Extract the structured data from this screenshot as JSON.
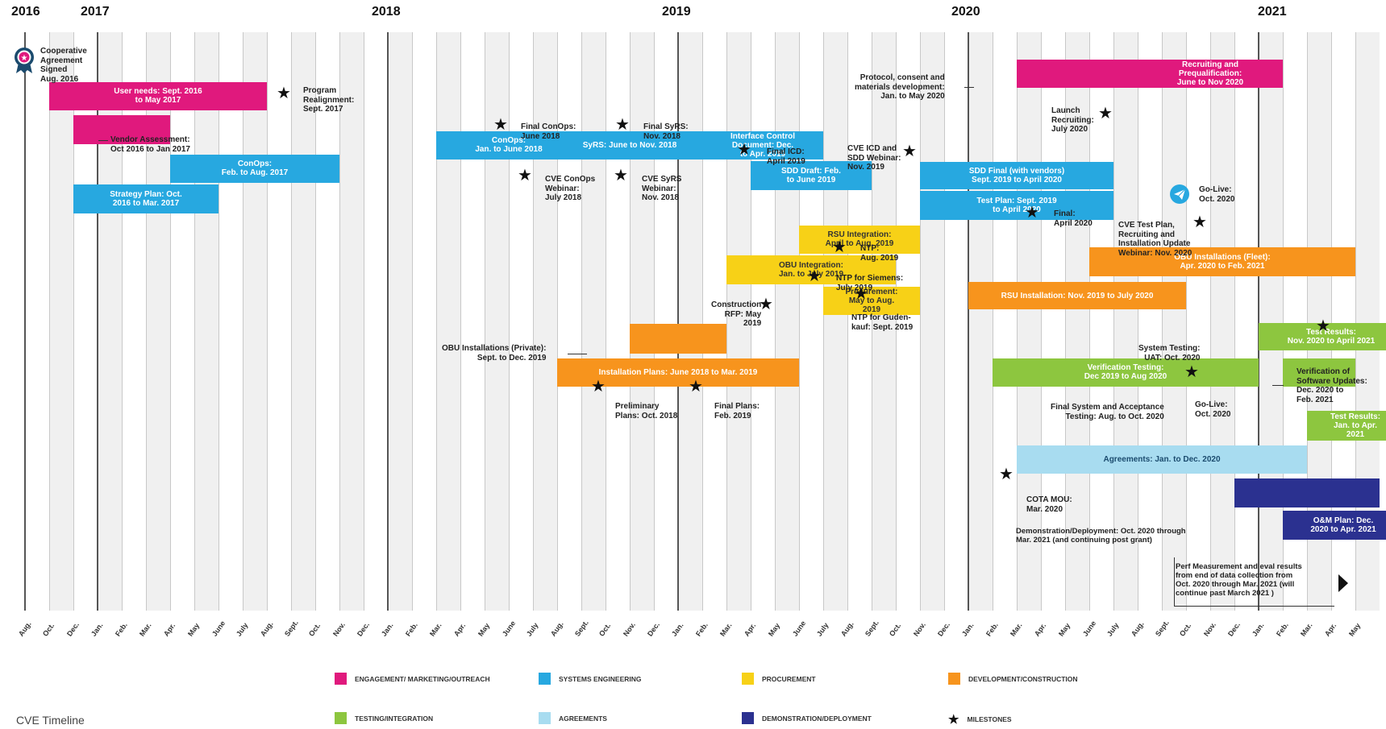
{
  "title": "CVE Timeline",
  "years": [
    {
      "label": "2016",
      "m": 0
    },
    {
      "label": "2017",
      "m": 3
    },
    {
      "label": "2018",
      "m": 15
    },
    {
      "label": "2019",
      "m": 27
    },
    {
      "label": "2020",
      "m": 39
    },
    {
      "label": "2021",
      "m": 51
    }
  ],
  "months": [
    "Aug.",
    "Oct.",
    "Dec.",
    "Jan.",
    "Feb.",
    "Mar.",
    "Apr.",
    "May",
    "June",
    "July",
    "Aug.",
    "Sept.",
    "Oct.",
    "Nov.",
    "Dec.",
    "Jan.",
    "Feb.",
    "Mar.",
    "Apr.",
    "May",
    "June",
    "July",
    "Aug.",
    "Sept.",
    "Oct.",
    "Nov.",
    "Dec.",
    "Jan.",
    "Feb.",
    "Mar.",
    "Apr.",
    "May",
    "June",
    "July",
    "Aug.",
    "Sept.",
    "Oct.",
    "Nov.",
    "Dec.",
    "Jan.",
    "Feb.",
    "Mar.",
    "Apr.",
    "May",
    "June",
    "July",
    "Aug.",
    "Sept.",
    "Oct.",
    "Nov.",
    "Dec.",
    "Jan.",
    "Feb.",
    "Mar.",
    "Apr.",
    "May"
  ],
  "colors": {
    "engagement": "#e0197d",
    "systems": "#27a8e0",
    "procurement": "#f7d117",
    "development": "#f7941d",
    "testing": "#8dc63f",
    "agreements": "#a8dcf0",
    "demonstration": "#2b3190",
    "milestone": "#111111"
  },
  "legend": [
    {
      "key": "engagement",
      "label": "ENGAGEMENT/ MARKETING/OUTREACH"
    },
    {
      "key": "systems",
      "label": "SYSTEMS ENGINEERING"
    },
    {
      "key": "procurement",
      "label": "PROCUREMENT"
    },
    {
      "key": "development",
      "label": "DEVELOPMENT/CONSTRUCTION"
    },
    {
      "key": "testing",
      "label": "TESTING/INTEGRATION"
    },
    {
      "key": "agreements",
      "label": "AGREEMENTS"
    },
    {
      "key": "demonstration",
      "label": "DEMONSTRATION/DEPLOYMENT"
    },
    {
      "key": "milestone",
      "label": "MILESTONES"
    }
  ],
  "bars": [
    {
      "id": "user-needs",
      "cat": "engagement",
      "text": "User needs: Sept. 2016\nto May 2017",
      "start": "2016-09",
      "end": "2017-05"
    },
    {
      "id": "vendor-assessment",
      "cat": "engagement",
      "text": "",
      "start": "2016-10",
      "end": "2017-01"
    },
    {
      "id": "conops-2017",
      "cat": "systems",
      "text": "ConOps:\nFeb. to Aug. 2017",
      "start": "2017-02",
      "end": "2017-08"
    },
    {
      "id": "strategy-plan",
      "cat": "systems",
      "text": "Strategy Plan: Oct.\n2016 to Mar. 2017",
      "start": "2016-10",
      "end": "2017-03"
    },
    {
      "id": "conops-2018",
      "cat": "systems",
      "text": "ConOps:\nJan. to June 2018",
      "start": "2018-01",
      "end": "2018-06"
    },
    {
      "id": "syrs",
      "cat": "systems",
      "text": "SyRS: June to Nov. 2018",
      "start": "2018-06",
      "end": "2018-11"
    },
    {
      "id": "icd",
      "cat": "systems",
      "text": "Interface Control\nDocument: Dec.\nto Apr. 2019",
      "start": "2018-12",
      "end": "2019-04"
    },
    {
      "id": "sdd-draft",
      "cat": "systems",
      "text": "SDD Draft: Feb.\nto June 2019",
      "start": "2019-02",
      "end": "2019-06"
    },
    {
      "id": "sdd-final",
      "cat": "systems",
      "text": "SDD Final (with vendors)\nSept. 2019 to April 2020",
      "start": "2019-09",
      "end": "2020-04"
    },
    {
      "id": "test-plan",
      "cat": "systems",
      "text": "Test Plan: Sept. 2019\nto April 2020",
      "start": "2019-09",
      "end": "2020-04"
    },
    {
      "id": "protocol",
      "cat": "engagement",
      "text": "",
      "start": "2020-01",
      "end": "2020-05"
    },
    {
      "id": "recruiting",
      "cat": "engagement",
      "text": "Recruiting and\nPrequalification:\nJune to Nov 2020",
      "start": "2020-06",
      "end": "2020-11"
    },
    {
      "id": "rsu-integration",
      "cat": "procurement",
      "text": "RSU Integration:\nApril to Aug. 2019",
      "start": "2019-04",
      "end": "2019-08"
    },
    {
      "id": "obu-integration",
      "cat": "procurement",
      "text": "OBU Integration:\nJan. to July 2019",
      "start": "2019-01",
      "end": "2019-07"
    },
    {
      "id": "procurement",
      "cat": "procurement",
      "text": "Procurement:\nMay to Aug.\n2019",
      "start": "2019-05",
      "end": "2019-08"
    },
    {
      "id": "obu-fleet",
      "cat": "development",
      "text": "OBU Installations (Fleet):\nApr. 2020 to Feb. 2021",
      "start": "2020-04",
      "end": "2021-02"
    },
    {
      "id": "rsu-installation",
      "cat": "development",
      "text": "RSU Installation: Nov. 2019 to July 2020",
      "start": "2019-11",
      "end": "2020-07"
    },
    {
      "id": "obu-private",
      "cat": "development",
      "text": "",
      "start": "2018-09",
      "end": "2018-12"
    },
    {
      "id": "installation-plans",
      "cat": "development",
      "text": "Installation Plans: June 2018 to Mar. 2019",
      "start": "2018-06",
      "end": "2019-03"
    },
    {
      "id": "test-results-1",
      "cat": "testing",
      "text": "Test Results:\nNov. 2020 to April 2021",
      "start": "2020-11",
      "end": "2021-04"
    },
    {
      "id": "verification-testing",
      "cat": "testing",
      "text": "Verification Testing:\nDec 2019 to Aug 2020",
      "start": "2019-12",
      "end": "2020-10"
    },
    {
      "id": "sw-updates",
      "cat": "testing",
      "text": "",
      "start": "2020-12",
      "end": "2021-02"
    },
    {
      "id": "test-results-2",
      "cat": "testing",
      "text": "Test Results:\nJan. to Apr.\n2021",
      "start": "2021-01",
      "end": "2021-04"
    },
    {
      "id": "agreements",
      "cat": "agreements",
      "text": "Agreements: Jan. to Dec. 2020",
      "start": "2020-01",
      "end": "2020-12"
    },
    {
      "id": "demonstration",
      "cat": "demonstration",
      "text": "",
      "start": "2020-10",
      "end": "2021-03"
    },
    {
      "id": "om-plan",
      "cat": "demonstration",
      "text": "O&M Plan: Dec.\n2020 to Apr. 2021",
      "start": "2020-12",
      "end": "2021-04"
    }
  ],
  "labels": [
    {
      "id": "coop-agreement",
      "text": "Cooperative\nAgreement\nSigned\nAug. 2016"
    },
    {
      "id": "program-realignment",
      "text": "Program\nRealignment:\nSept. 2017"
    },
    {
      "id": "vendor-assessment-label",
      "text": "Vendor Assessment:\nOct 2016 to Jan 2017"
    },
    {
      "id": "final-conops",
      "text": "Final ConOps:\nJune 2018"
    },
    {
      "id": "final-syrs",
      "text": "Final SyRS:\nNov. 2018"
    },
    {
      "id": "cve-conops-webinar",
      "text": "CVE ConOps\nWebinar:\nJuly 2018"
    },
    {
      "id": "cve-syrs-webinar",
      "text": "CVE SyRS\nWebinar:\nNov. 2018"
    },
    {
      "id": "final-icd",
      "text": "Final ICD:\nApril 2019"
    },
    {
      "id": "cve-icd-sdd",
      "text": "CVE ICD and\nSDD Webinar:\nNov. 2019"
    },
    {
      "id": "protocol-label",
      "text": "Protocol, consent and\nmaterials development:\nJan. to May 2020"
    },
    {
      "id": "launch-recruiting",
      "text": "Launch\nRecruiting:\nJuly 2020"
    },
    {
      "id": "go-live-top",
      "text": "Go-Live:\nOct. 2020"
    },
    {
      "id": "final-april-2020",
      "text": "Final:\nApril 2020"
    },
    {
      "id": "cve-test-plan",
      "text": "CVE Test Plan,\nRecruiting and\nInstallation Update\nWebinar: Nov. 2020"
    },
    {
      "id": "ntp-aug",
      "text": "NTP:\nAug. 2019"
    },
    {
      "id": "ntp-siemens",
      "text": "NTP for Siemens:\nJuly 2019"
    },
    {
      "id": "construction-rfp",
      "text": "Construction\nRFP: May\n2019"
    },
    {
      "id": "ntp-gudenkauf",
      "text": "NTP for Guden-\nkauf: Sept. 2019"
    },
    {
      "id": "obu-private-label",
      "text": "OBU Installations (Private):\nSept. to Dec. 2019"
    },
    {
      "id": "preliminary-plans",
      "text": "Preliminary\nPlans: Oct. 2018"
    },
    {
      "id": "final-plans",
      "text": "Final Plans:\nFeb. 2019"
    },
    {
      "id": "system-testing",
      "text": "System Testing:\nUAT: Oct. 2020"
    },
    {
      "id": "verification-sw",
      "text": "Verification of\nSoftware Updates:\nDec. 2020 to\nFeb. 2021"
    },
    {
      "id": "final-system",
      "text": "Final System and Acceptance\nTesting: Aug. to Oct. 2020"
    },
    {
      "id": "go-live-bottom",
      "text": "Go-Live:\nOct. 2020"
    },
    {
      "id": "cota-mou",
      "text": "COTA MOU:\nMar. 2020"
    },
    {
      "id": "demo-deploy-label",
      "text": "Demonstration/Deployment: Oct. 2020 through\nMar. 2021 (and continuing post grant)"
    },
    {
      "id": "perf-measurement",
      "text": "Perf Measurement and eval results\nfrom end of data collection from\nOct. 2020 through Mar. 2021 (will\ncontinue past March 2021 )"
    }
  ]
}
